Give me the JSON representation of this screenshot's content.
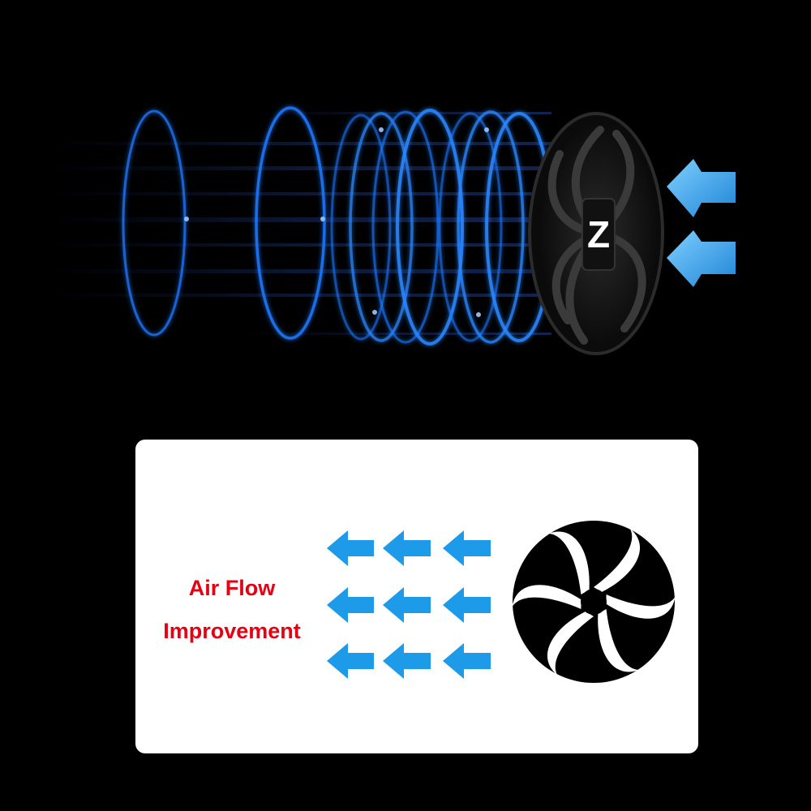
{
  "hero": {
    "fan_logo_letter": "Z",
    "ring_color": "#1e78ff",
    "arrow_color": "#2fa0ea",
    "intake_arrow_count": 2
  },
  "card": {
    "caption_line1": "Air Flow",
    "caption_line2": "Improvement",
    "caption_color": "#e60012",
    "arrow_color": "#1e9be8",
    "arrow_grid": {
      "rows": 3,
      "columns": 3
    },
    "fan_icon": "fan-icon"
  }
}
